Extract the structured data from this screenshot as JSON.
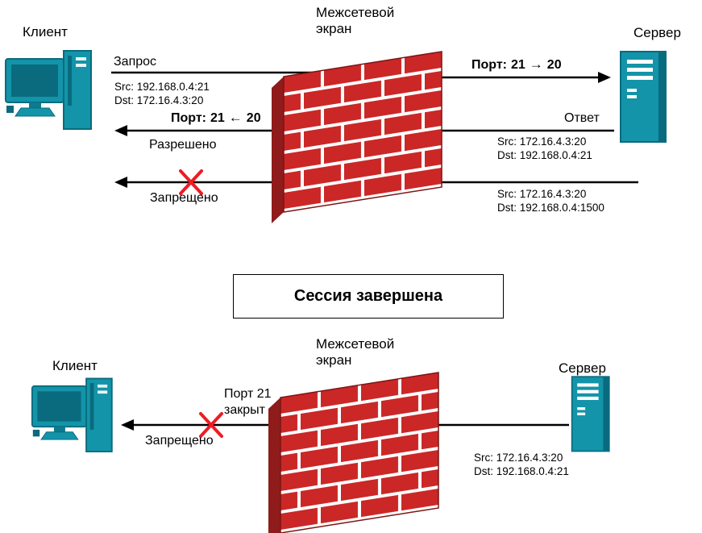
{
  "scene1": {
    "client_label": "Клиент",
    "firewall_label_line1": "Межсетевой",
    "firewall_label_line2": "экран",
    "server_label": "Сервер",
    "request_label": "Запрос",
    "request_src": "Src: 192.168.0.4:21",
    "request_dst": "Dst: 172.16.4.3:20",
    "port_forward_prefix": "Порт:",
    "port_forward_from": "21",
    "port_forward_to": "20",
    "response_label": "Ответ",
    "response_src": "Src: 172.16.4.3:20",
    "response_dst": "Dst: 192.168.0.4:21",
    "port_back_prefix": "Порт:",
    "port_back_from": "21",
    "port_back_to": "20",
    "allowed_label": "Разрешено",
    "denied_label": "Запрещено",
    "blocked_src": "Src: 172.16.4.3:20",
    "blocked_dst": "Dst: 192.168.0.4:1500"
  },
  "divider": {
    "title": "Сессия завершена"
  },
  "scene2": {
    "client_label": "Клиент",
    "firewall_label_line1": "Межсетевой",
    "firewall_label_line2": "экран",
    "server_label": "Сервер",
    "port_closed_line1": "Порт 21",
    "port_closed_line2": "закрыт",
    "denied_label": "Запрещено",
    "packet_src": "Src: 172.16.4.3:20",
    "packet_dst": "Dst: 192.168.0.4:21"
  },
  "icons": {
    "arrow_right": "→",
    "arrow_left": "←",
    "blocked_cross": "x"
  },
  "colors": {
    "brick": "#cb2727",
    "brick_side": "#8f1b1b",
    "mortar": "#ffffff",
    "device_teal": "#1394a9",
    "device_teal_dark": "#0a6b7e",
    "cross_red": "#ed1c24",
    "line_black": "#000000"
  }
}
